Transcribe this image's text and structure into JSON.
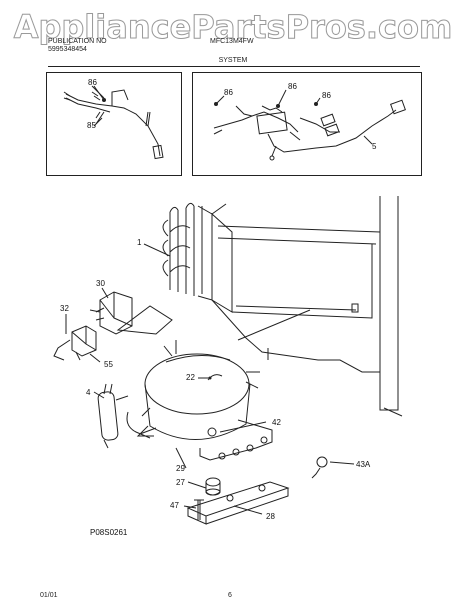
{
  "watermark": "AppliancePartsPros.com",
  "header": {
    "line1": "PUBLICATION NO",
    "line2": "5995348454",
    "model": "MFC13M4FW",
    "section": "SYSTEM"
  },
  "left_inset_labels": {
    "a": "86",
    "b": "85"
  },
  "right_inset_labels": {
    "a": "86",
    "b": "86",
    "c": "86",
    "d": "5"
  },
  "main_labels": {
    "p1": "1",
    "p30": "30",
    "p32": "32",
    "p55": "55",
    "p4": "4",
    "p22": "22",
    "p42": "42",
    "p29": "29",
    "p43a": "43A",
    "p27": "27",
    "p47": "47",
    "p28": "28"
  },
  "figure_code": "P08S0261",
  "footer": {
    "date": "01/01",
    "page": "6"
  }
}
